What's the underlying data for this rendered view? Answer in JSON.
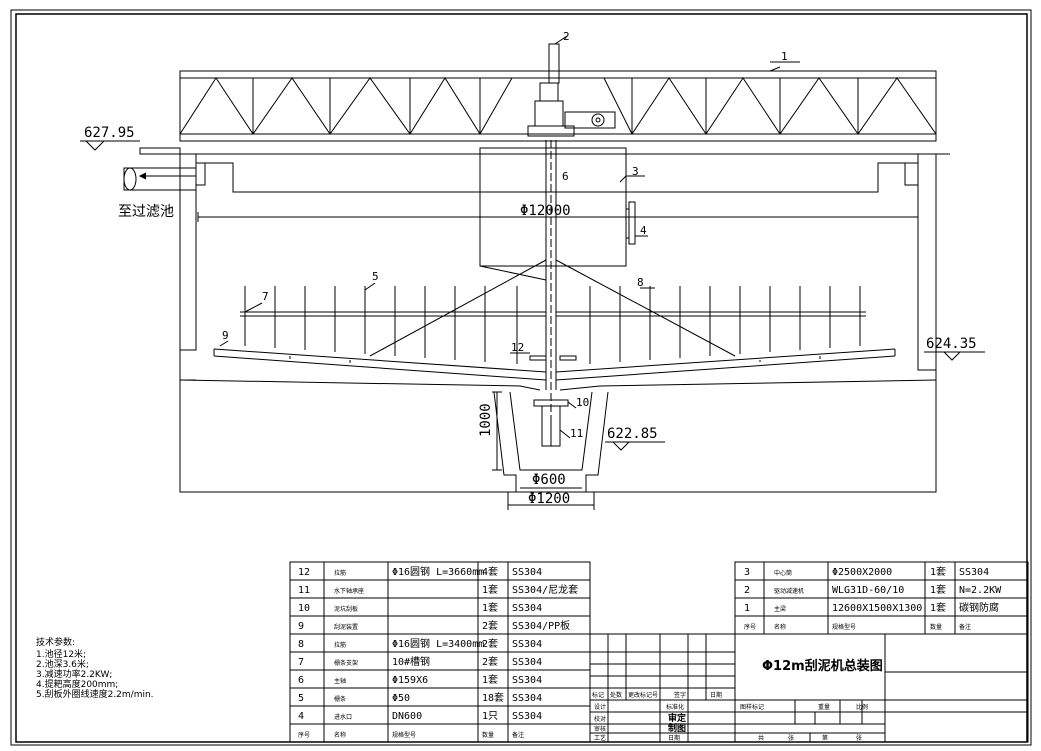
{
  "dims": {
    "outer": "Φ12000",
    "pit": "Φ600",
    "pit_outer": "Φ1200",
    "depth": "1000"
  },
  "elevations": {
    "top": "627.95",
    "water": "624.35",
    "pit": "622.85"
  },
  "outlet_label": "至过滤池",
  "callouts": [
    "1",
    "2",
    "3",
    "4",
    "5",
    "6",
    "7",
    "8",
    "9",
    "10",
    "11",
    "12"
  ],
  "tech": {
    "title": "技术参数:",
    "items": [
      "1.池径12米;",
      "2.池深3.6米;",
      "3.减速功率2.2KW;",
      "4.提耙高度200mm;",
      "5.刮板外圈线速度2.2m/min."
    ]
  },
  "left_table": {
    "rows": [
      [
        "12",
        "拉筋",
        "Φ16圆钢 L=3660mm",
        "4套",
        "SS304"
      ],
      [
        "11",
        "水下轴承座",
        "",
        "1套",
        "SS304/尼龙套"
      ],
      [
        "10",
        "泥坑刮板",
        "",
        "1套",
        "SS304"
      ],
      [
        "9",
        "刮泥装置",
        "",
        "2套",
        "SS304/PP板"
      ],
      [
        "8",
        "拉筋",
        "Φ16圆钢 L=3400mm",
        "2套",
        "SS304"
      ],
      [
        "7",
        "栅条支架",
        "10#槽钢",
        "2套",
        "SS304"
      ],
      [
        "6",
        "主轴",
        "Φ159X6",
        "1套",
        "SS304"
      ],
      [
        "5",
        "栅条",
        "Φ50",
        "18套",
        "SS304"
      ],
      [
        "4",
        "进水口",
        "DN600",
        "1只",
        "SS304"
      ]
    ],
    "header": [
      "序号",
      "名称",
      "规格型号",
      "数量",
      "备注"
    ]
  },
  "right_table": {
    "rows": [
      [
        "3",
        "中心筒",
        "Φ2500X2000",
        "1套",
        "SS304"
      ],
      [
        "2",
        "驱动减速机",
        "WLG31D-60/10",
        "1套",
        "N=2.2KW"
      ],
      [
        "1",
        "主梁",
        "12600X1500X1300",
        "1套",
        "碳钢防腐"
      ]
    ],
    "header": [
      "序号",
      "名称",
      "规格型号",
      "数量",
      "备注"
    ]
  },
  "title_block": {
    "title": "Φ12m刮泥机总装图",
    "rev_labels": [
      "标记",
      "处数",
      "更改标记号",
      "签字",
      "日期"
    ],
    "roles": [
      "设计",
      "校对",
      "审核",
      "工艺"
    ],
    "standard": "标准化",
    "approve": "审定",
    "draw": "制图",
    "date": "日期",
    "stage_labels": [
      "图样标记",
      "重量",
      "比例"
    ],
    "sheet": [
      "共",
      "张",
      "第",
      "张"
    ]
  }
}
